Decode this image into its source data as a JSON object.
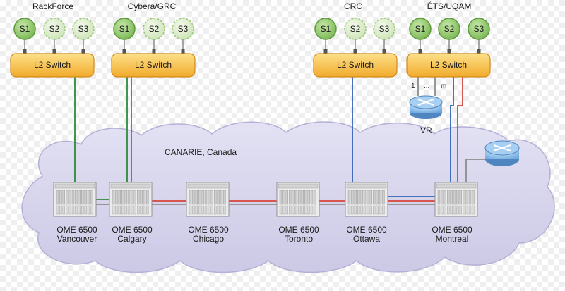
{
  "sites": [
    {
      "name": "RackForce",
      "servers": [
        "S1",
        "S2",
        "S3"
      ],
      "server_active": [
        true,
        false,
        false
      ],
      "switch_label": "L2 Switch"
    },
    {
      "name": "Cybera/GRC",
      "servers": [
        "S1",
        "S2",
        "S3"
      ],
      "server_active": [
        true,
        false,
        false
      ],
      "switch_label": "L2 Switch"
    },
    {
      "name": "CRC",
      "servers": [
        "S1",
        "S2",
        "S3"
      ],
      "server_active": [
        true,
        false,
        false
      ],
      "switch_label": "L2 Switch"
    },
    {
      "name": "ÉTS/UQAM",
      "servers": [
        "S1",
        "S2",
        "S3"
      ],
      "server_active": [
        true,
        true,
        true
      ],
      "switch_label": "L2 Switch"
    }
  ],
  "cloud_label": "CANARIE, Canada",
  "ome_nodes": [
    {
      "model": "OME 6500",
      "city": "Vancouver"
    },
    {
      "model": "OME 6500",
      "city": "Calgary"
    },
    {
      "model": "OME 6500",
      "city": "Chicago"
    },
    {
      "model": "OME 6500",
      "city": "Toronto"
    },
    {
      "model": "OME 6500",
      "city": "Ottawa"
    },
    {
      "model": "OME 6500",
      "city": "Montreal"
    }
  ],
  "vr_label": "VR",
  "port_labels": {
    "first": "1",
    "dots": "...",
    "last": "m"
  },
  "colors": {
    "server_active": "#8dc46a",
    "server_inactive": "#d8ecc4",
    "switch_fill": "#f7c04a",
    "cloud_fill": "#d9d7ee",
    "link_green": "#2e8b3a",
    "link_red": "#d9443a",
    "link_blue": "#2f62b5",
    "router_fill": "#7fb6e6"
  },
  "icons": [
    "router-icon",
    "ome-chassis-icon"
  ]
}
